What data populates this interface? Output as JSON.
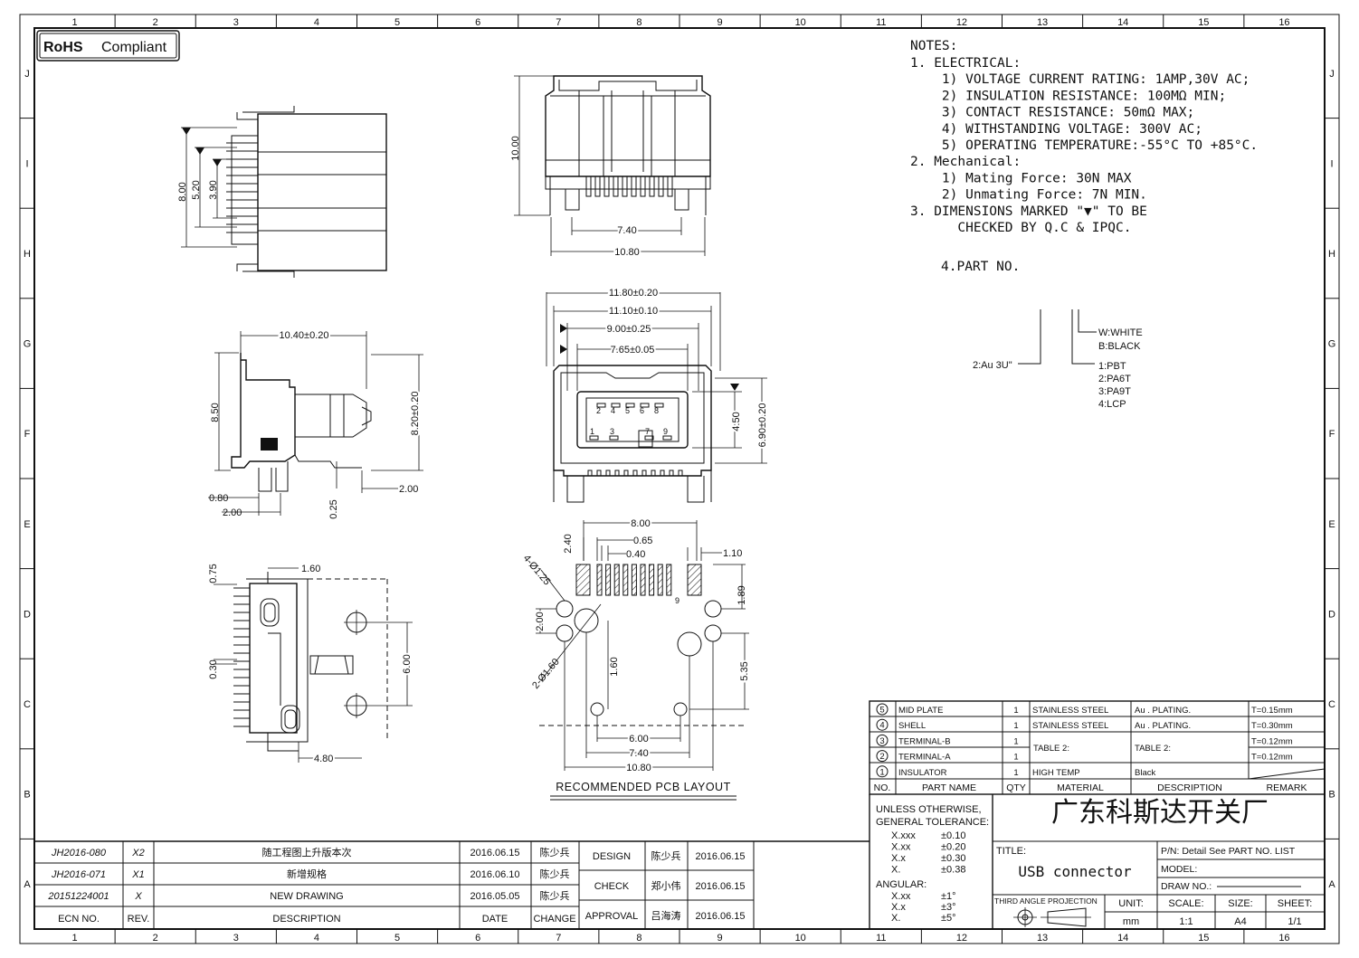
{
  "rohs": {
    "strong": "RoHS",
    "label": "Compliant"
  },
  "grid": {
    "cols": [
      "1",
      "2",
      "3",
      "4",
      "5",
      "6",
      "7",
      "8",
      "9",
      "10",
      "11",
      "12",
      "13",
      "14",
      "15",
      "16"
    ],
    "rows": [
      "J",
      "I",
      "H",
      "G",
      "F",
      "E",
      "D",
      "C",
      "B",
      "A"
    ]
  },
  "notes": {
    "title": "NOTES:",
    "lines": [
      "1. ELECTRICAL:",
      "  1) VOLTAGE CURRENT RATING: 1AMP,30V AC;",
      "  2) INSULATION RESISTANCE: 100MΩ MIN;",
      "  3) CONTACT RESISTANCE: 50mΩ MAX;",
      "  4) WITHSTANDING VOLTAGE: 300V AC;",
      "  5) OPERATING TEMPERATURE:-55°C TO +85°C.",
      "2. Mechanical:",
      "  1) Mating Force: 30N MAX",
      "  2) Unmating Force: 7N MIN.",
      "3. DIMENSIONS MARKED \"▼\" TO BE",
      "   CHECKED BY Q.C & IPQC."
    ],
    "part_no": "4.PART NO."
  },
  "part_code": {
    "color": [
      "W:WHITE",
      "B:BLACK"
    ],
    "plating": "2:Au 3U\"",
    "material": [
      "1:PBT",
      "2:PA6T",
      "3:PA9T",
      "4:LCP"
    ]
  },
  "dims": {
    "side_top": [
      "8.00",
      "5.20",
      "3.90"
    ],
    "front_top": [
      "10.00",
      "7.40",
      "10.80"
    ],
    "side_mid": [
      "10.40±0.20",
      "8.50",
      "8.20±0.20",
      "0.80",
      "2.00",
      "0.25",
      "2.00"
    ],
    "front_mid": [
      "11.80±0.20",
      "11.10±0.10",
      "9.00±0.25",
      "7.65±0.05",
      "4.50",
      "6.90±0.20"
    ],
    "pins_top": [
      "2",
      "4",
      "5",
      "6",
      "8"
    ],
    "pins_bottom": [
      "1",
      "3",
      "7",
      "9"
    ],
    "bottom_view": [
      "1.60",
      "0.75",
      "0.30",
      "6.00",
      "4.80"
    ],
    "pcb": [
      "8.00",
      "2.40",
      "0.65",
      "0.40",
      "1.10",
      "4-Ø1.25",
      "1.89",
      "2.00",
      "2-Ø1.60",
      "1.60",
      "5.35",
      "6.00",
      "7.40",
      "10.80",
      "9"
    ],
    "pcb_title": "RECOMMENDED PCB LAYOUT"
  },
  "bom": {
    "rows": [
      {
        "no": "5",
        "name": "MID PLATE",
        "qty": "1",
        "material": "STAINLESS STEEL",
        "desc": "Au . PLATING.",
        "remark": "T=0.15mm"
      },
      {
        "no": "4",
        "name": "SHELL",
        "qty": "1",
        "material": "STAINLESS STEEL",
        "desc": "Au . PLATING.",
        "remark": "T=0.30mm"
      },
      {
        "no": "3",
        "name": "TERMINAL-B",
        "qty": "1",
        "material": "",
        "desc": "",
        "remark": "T=0.12mm"
      },
      {
        "no": "2",
        "name": "TERMINAL-A",
        "qty": "1",
        "material": "",
        "desc": "",
        "remark": "T=0.12mm"
      },
      {
        "no": "1",
        "name": "INSULATOR",
        "qty": "1",
        "material": "HIGH TEMP",
        "desc": "Black",
        "remark": ""
      }
    ],
    "table2_mat": "TABLE 2:",
    "table2_desc": "TABLE 2:",
    "headers": {
      "no": "NO.",
      "name": "PART NAME",
      "qty": "QTY",
      "material": "MATERIAL",
      "desc": "DESCRIPTION",
      "remark": "REMARK"
    }
  },
  "tolerance": {
    "title1": "UNLESS OTHERWISE,",
    "title2": "GENERAL TOLERANCE:",
    "linear": [
      [
        "X.xxx",
        "±0.10"
      ],
      [
        "X.xx",
        "±0.20"
      ],
      [
        "X.x",
        "±0.30"
      ],
      [
        "X.",
        "±0.38"
      ]
    ],
    "angular_label": "ANGULAR:",
    "angular": [
      [
        "X.xx",
        "±1°"
      ],
      [
        "X.x",
        "±3°"
      ],
      [
        "X.",
        "±5°"
      ]
    ]
  },
  "title_block": {
    "company": "广东科斯达开关厂",
    "title_label": "TITLE:",
    "title": "USB connector",
    "pn": "P/N: Detail See PART NO. LIST",
    "model": "MODEL:",
    "draw_no": "DRAW NO.:",
    "projection": "THIRD ANGLE PROJECTION",
    "unit_label": "UNIT:",
    "unit": "mm",
    "scale_label": "SCALE:",
    "scale": "1:1",
    "size_label": "SIZE:",
    "size": "A4",
    "sheet_label": "SHEET:",
    "sheet": "1/1"
  },
  "revisions": {
    "rows": [
      {
        "ecn": "JH2016-080",
        "rev": "X2",
        "desc": "随工程图上升版本次",
        "date": "2016.06.15",
        "change": "陈少兵"
      },
      {
        "ecn": "JH2016-071",
        "rev": "X1",
        "desc": "新增规格",
        "date": "2016.06.10",
        "change": "陈少兵"
      },
      {
        "ecn": "20151224001",
        "rev": "X",
        "desc": "NEW DRAWING",
        "date": "2016.05.05",
        "change": "陈少兵"
      }
    ],
    "headers": {
      "ecn": "ECN NO.",
      "rev": "REV.",
      "desc": "DESCRIPTION",
      "date": "DATE",
      "change": "CHANGE"
    }
  },
  "approvals": [
    {
      "label": "DESIGN",
      "name": "陈少兵",
      "date": "2016.06.15"
    },
    {
      "label": "CHECK",
      "name": "郑小伟",
      "date": "2016.06.15"
    },
    {
      "label": "APPROVAL",
      "name": "吕海涛",
      "date": "2016.06.15"
    }
  ]
}
